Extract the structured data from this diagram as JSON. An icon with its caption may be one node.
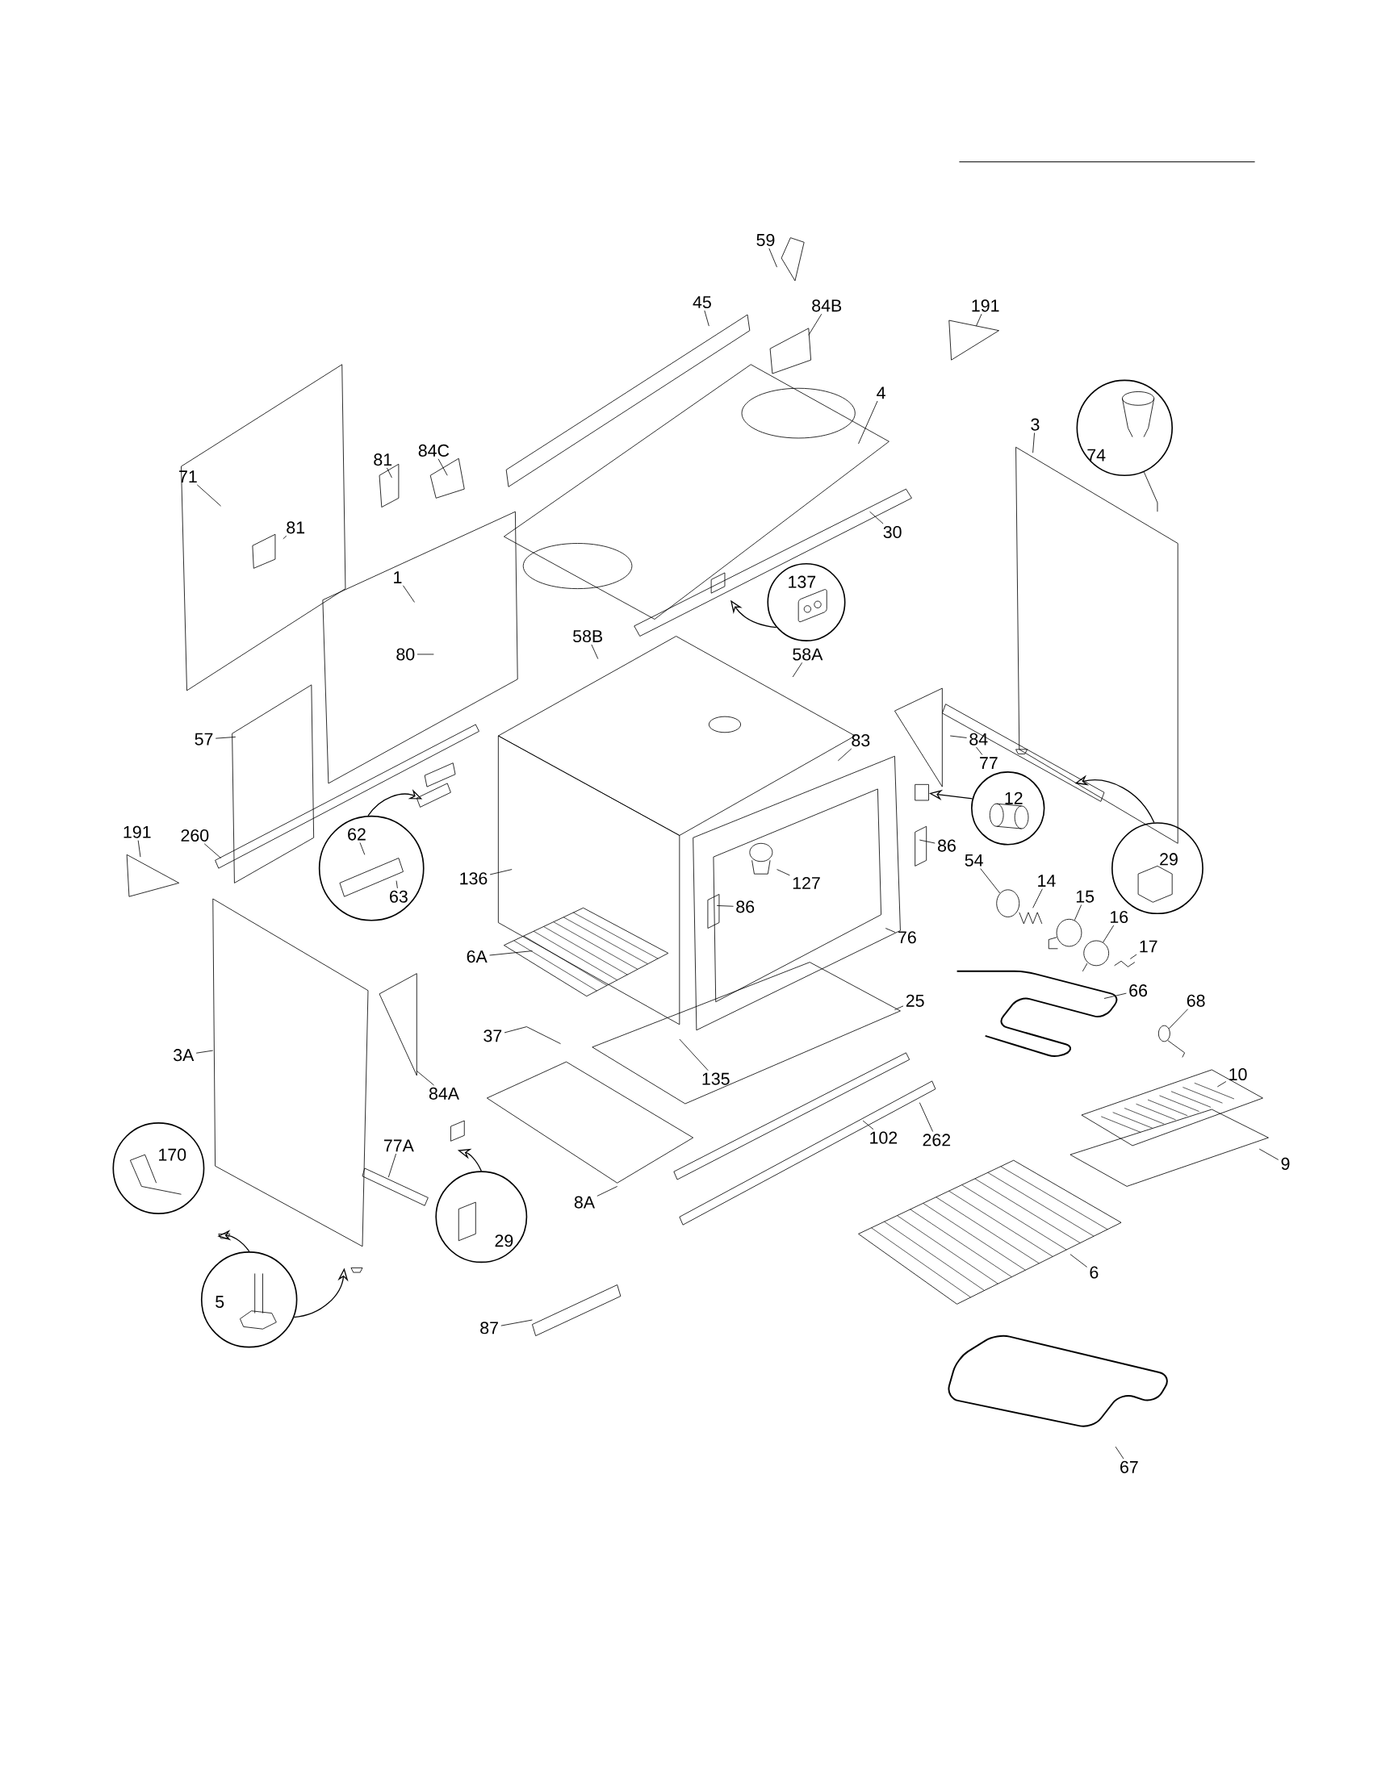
{
  "diagram": {
    "nodes": [
      {
        "text": [
          "59"
        ]
      },
      {
        "text": [
          "45"
        ]
      },
      {
        "text": [
          "84B"
        ]
      },
      {
        "text": [
          "191"
        ]
      },
      {
        "text": [
          "4"
        ]
      },
      {
        "text": [
          "3"
        ]
      },
      {
        "text": [],
        "shape": "circle"
      },
      {
        "text": [
          "74"
        ],
        "in": 6
      },
      {
        "text": [
          "84C"
        ]
      },
      {
        "text": [
          "81"
        ]
      },
      {
        "text": [
          "71"
        ]
      },
      {
        "text": [
          "81"
        ]
      },
      {
        "text": [
          "30"
        ]
      },
      {
        "text": [
          "1"
        ]
      },
      {
        "text": [],
        "shape": "circle"
      },
      {
        "text": [
          "137"
        ],
        "in": 14
      },
      {
        "text": [
          "58B"
        ]
      },
      {
        "text": [
          "58A"
        ]
      },
      {
        "text": [
          "80"
        ]
      },
      {
        "text": [
          "57"
        ]
      },
      {
        "text": [
          "83"
        ]
      },
      {
        "text": [
          "84"
        ]
      },
      {
        "text": [
          "77"
        ]
      },
      {
        "text": [],
        "shape": "circle"
      },
      {
        "text": [
          "12"
        ],
        "in": 23
      },
      {
        "text": [
          "191"
        ]
      },
      {
        "text": [
          "260"
        ]
      },
      {
        "text": [],
        "shape": "circle"
      },
      {
        "text": [
          "62"
        ],
        "in": 27
      },
      {
        "text": [
          "63"
        ],
        "in": 27
      },
      {
        "text": [
          "86"
        ]
      },
      {
        "text": [],
        "shape": "circle"
      },
      {
        "text": [
          "29"
        ],
        "in": 31
      },
      {
        "text": [
          "54"
        ]
      },
      {
        "text": [
          "14"
        ]
      },
      {
        "text": [
          "15"
        ]
      },
      {
        "text": [
          "16"
        ]
      },
      {
        "text": [
          "17"
        ]
      },
      {
        "text": [
          "136"
        ]
      },
      {
        "text": [
          "127"
        ]
      },
      {
        "text": [
          "86"
        ]
      },
      {
        "text": [
          "76"
        ]
      },
      {
        "text": [
          "6A"
        ]
      },
      {
        "text": [
          "25"
        ]
      },
      {
        "text": [
          "66"
        ]
      },
      {
        "text": [
          "68"
        ]
      },
      {
        "text": [
          "37"
        ]
      },
      {
        "text": [
          "3A"
        ]
      },
      {
        "text": [
          "135"
        ]
      },
      {
        "text": [
          "84A"
        ]
      },
      {
        "text": [
          "10"
        ]
      },
      {
        "text": [
          "102"
        ]
      },
      {
        "text": [
          "262"
        ]
      },
      {
        "text": [],
        "shape": "circle"
      },
      {
        "text": [
          "170"
        ],
        "in": 53
      },
      {
        "text": [
          "77A"
        ]
      },
      {
        "text": [
          "9"
        ]
      },
      {
        "text": [
          "8A"
        ]
      },
      {
        "text": [],
        "shape": "circle"
      },
      {
        "text": [
          "29"
        ],
        "in": 58
      },
      {
        "text": [],
        "shape": "circle"
      },
      {
        "text": [
          "5"
        ],
        "in": 60
      },
      {
        "text": [
          "6"
        ]
      },
      {
        "text": [
          "87"
        ]
      },
      {
        "text": [
          "67"
        ]
      },
      {
        "text": [],
        "shape": "circle"
      },
      {
        "text": [],
        "shape": "circle"
      },
      {
        "text": [],
        "shape": "circle"
      },
      {
        "text": [],
        "shape": "circle"
      },
      {
        "text": [],
        "shape": "box"
      }
    ],
    "edges": [
      {
        "from": 0,
        "to": null,
        "arrow": "none"
      },
      {
        "from": 1,
        "to": null,
        "arrow": "none"
      },
      {
        "from": 2,
        "to": null,
        "arrow": "none"
      },
      {
        "from": 3,
        "to": null,
        "arrow": "none"
      },
      {
        "from": 4,
        "to": null,
        "arrow": "none"
      },
      {
        "from": 5,
        "to": null,
        "arrow": "none"
      },
      {
        "from": 6,
        "to": null,
        "arrow": "none"
      },
      {
        "from": 8,
        "to": null,
        "arrow": "none"
      },
      {
        "from": 9,
        "to": null,
        "arrow": "none"
      },
      {
        "from": 10,
        "to": null,
        "arrow": "none"
      },
      {
        "from": 11,
        "to": null,
        "arrow": "none"
      },
      {
        "from": 12,
        "to": null,
        "arrow": "none"
      },
      {
        "from": 13,
        "to": null,
        "arrow": "none"
      },
      {
        "from": 14,
        "to": null,
        "arrow": "to"
      },
      {
        "from": 16,
        "to": null,
        "arrow": "none"
      },
      {
        "from": 17,
        "to": null,
        "arrow": "none"
      },
      {
        "from": 18,
        "to": null,
        "arrow": "none"
      },
      {
        "from": 19,
        "to": null,
        "arrow": "none"
      },
      {
        "from": 20,
        "to": null,
        "arrow": "none"
      },
      {
        "from": 21,
        "to": null,
        "arrow": "none"
      },
      {
        "from": 22,
        "to": null,
        "arrow": "none"
      },
      {
        "from": 23,
        "to": 69,
        "arrow": "to"
      },
      {
        "from": 25,
        "to": null,
        "arrow": "none"
      },
      {
        "from": 26,
        "to": null,
        "arrow": "none"
      },
      {
        "from": 28,
        "to": null,
        "arrow": "none"
      },
      {
        "from": 29,
        "to": null,
        "arrow": "none"
      },
      {
        "from": 27,
        "to": null,
        "arrow": "to"
      },
      {
        "from": 30,
        "to": null,
        "arrow": "none"
      },
      {
        "from": 31,
        "to": null,
        "arrow": "to"
      },
      {
        "from": 33,
        "to": 65,
        "arrow": "none"
      },
      {
        "from": 34,
        "to": null,
        "arrow": "none"
      },
      {
        "from": 35,
        "to": 66,
        "arrow": "none"
      },
      {
        "from": 36,
        "to": 67,
        "arrow": "none"
      },
      {
        "from": 37,
        "to": null,
        "arrow": "none"
      },
      {
        "from": 38,
        "to": null,
        "arrow": "none"
      },
      {
        "from": 39,
        "to": null,
        "arrow": "none"
      },
      {
        "from": 40,
        "to": null,
        "arrow": "none"
      },
      {
        "from": 41,
        "to": null,
        "arrow": "none"
      },
      {
        "from": 42,
        "to": null,
        "arrow": "none"
      },
      {
        "from": 43,
        "to": null,
        "arrow": "none"
      },
      {
        "from": 44,
        "to": null,
        "arrow": "none"
      },
      {
        "from": 45,
        "to": 68,
        "arrow": "none"
      },
      {
        "from": 46,
        "to": null,
        "arrow": "none"
      },
      {
        "from": 47,
        "to": null,
        "arrow": "none"
      },
      {
        "from": 48,
        "to": null,
        "arrow": "none"
      },
      {
        "from": 49,
        "to": null,
        "arrow": "none"
      },
      {
        "from": 50,
        "to": null,
        "arrow": "none"
      },
      {
        "from": 51,
        "to": null,
        "arrow": "none"
      },
      {
        "from": 52,
        "to": null,
        "arrow": "none"
      },
      {
        "from": 55,
        "to": null,
        "arrow": "none"
      },
      {
        "from": 56,
        "to": null,
        "arrow": "none"
      },
      {
        "from": 57,
        "to": null,
        "arrow": "none"
      },
      {
        "from": 58,
        "to": null,
        "arrow": "to"
      },
      {
        "from": 60,
        "to": null,
        "arrow": "to"
      },
      {
        "from": 60,
        "to": null,
        "arrow": "to"
      },
      {
        "from": 62,
        "to": null,
        "arrow": "none"
      },
      {
        "from": 63,
        "to": null,
        "arrow": "none"
      },
      {
        "from": 64,
        "to": null,
        "arrow": "none"
      }
    ]
  }
}
